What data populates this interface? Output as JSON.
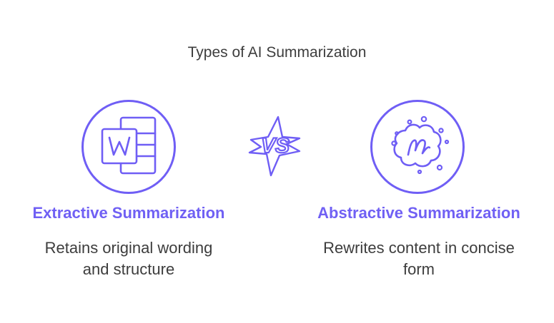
{
  "title": "Types of AI Summarization",
  "left": {
    "heading": "Extractive Summarization",
    "desc_line1": "Retains original wording",
    "desc_line2": "and structure",
    "icon": "word-document-icon"
  },
  "right": {
    "heading": "Abstractive Summarization",
    "desc_line1": "Rewrites content in concise",
    "desc_line2": "form",
    "icon": "meetup-cloud-icon"
  },
  "divider": {
    "label": "VS",
    "icon": "versus-bolt-icon"
  },
  "colors": {
    "accent": "#6f5ef5",
    "text": "#3d3d3d"
  }
}
